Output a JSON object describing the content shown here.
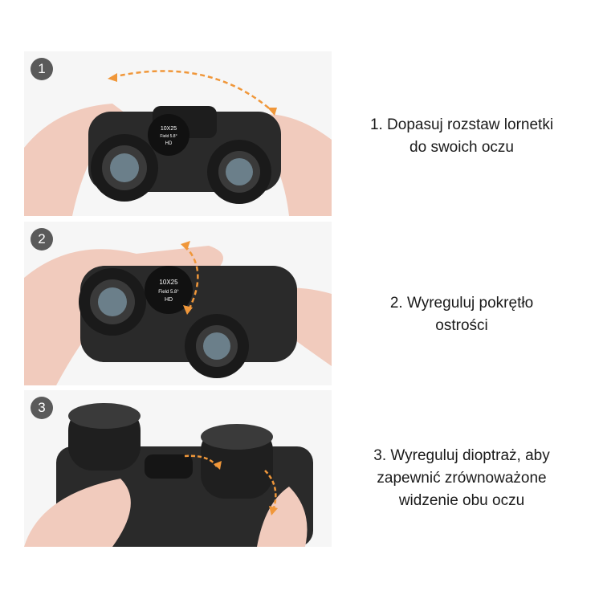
{
  "steps": [
    {
      "number": "1",
      "caption_lines": [
        "1. Dopasuj rozstaw lornetki",
        "do swoich oczu"
      ],
      "focus_wheel_text": [
        "10X25",
        "Field 5.8°",
        "HD"
      ]
    },
    {
      "number": "2",
      "caption_lines": [
        "2. Wyreguluj pokrętło",
        "ostrości"
      ],
      "focus_wheel_text": [
        "10X25",
        "Field 5.8°",
        "HD"
      ]
    },
    {
      "number": "3",
      "caption_lines": [
        "3. Wyreguluj dioptraż, aby",
        "zapewnić zrównoważone",
        "widzenie obu oczu"
      ]
    }
  ],
  "icons": {
    "arrow": "curved-double-arrow-icon"
  },
  "colors": {
    "arrow": "#f0973a",
    "badge": "#5a5a5a",
    "binocular_body": "#2a2a2a",
    "skin": "#f3cfc2",
    "background": "#ffffff"
  }
}
